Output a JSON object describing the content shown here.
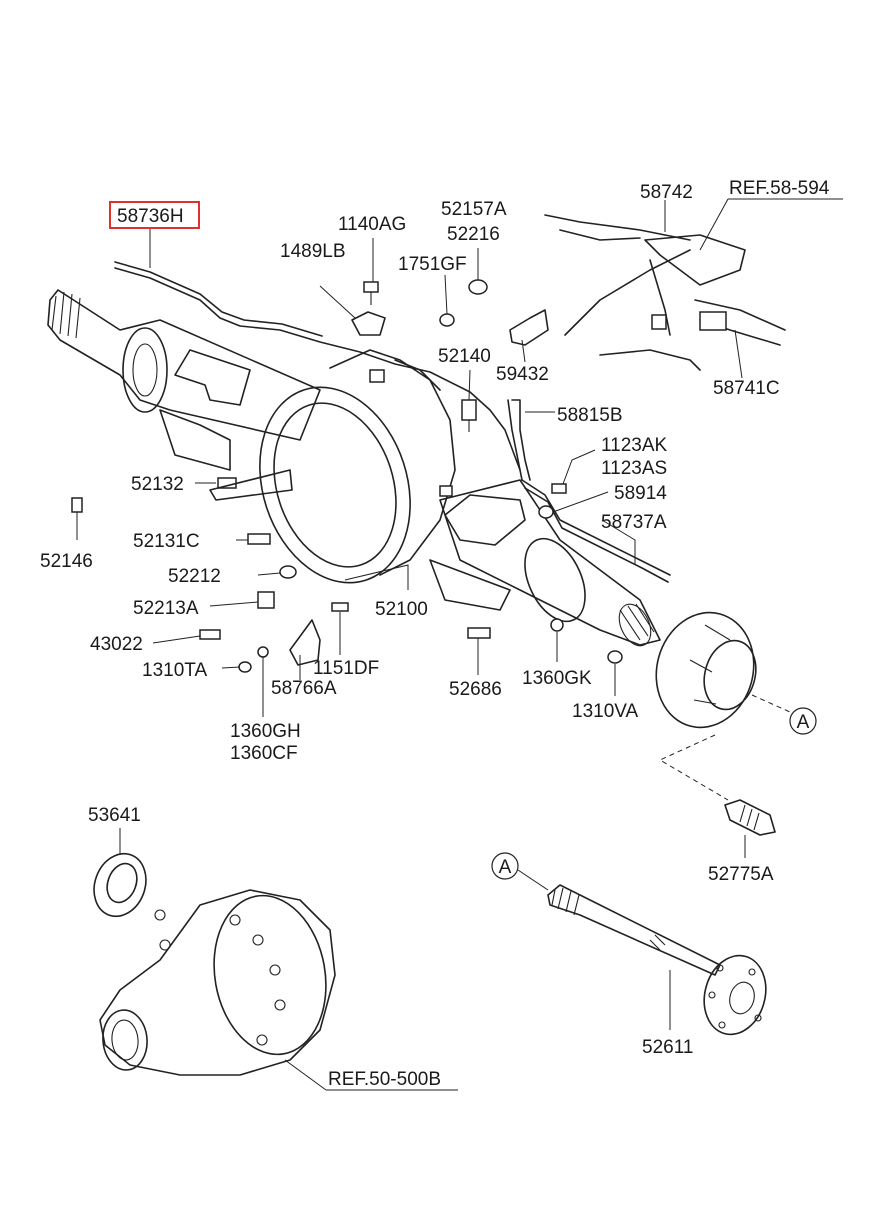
{
  "labels": {
    "l58736H": "58736H",
    "l1140AG": "1140AG",
    "l52157A": "52157A",
    "l52216": "52216",
    "l1489LB": "1489LB",
    "l1751GF": "1751GF",
    "l58742": "58742",
    "ref58594": "REF.58-594",
    "l52140": "52140",
    "l59432": "59432",
    "l58741C": "58741C",
    "l58815B": "58815B",
    "l1123AK": "1123AK",
    "l1123AS": "1123AS",
    "l52132": "52132",
    "l58914": "58914",
    "l58737A": "58737A",
    "l52146": "52146",
    "l52131C": "52131C",
    "l52212": "52212",
    "l52213A": "52213A",
    "l52100": "52100",
    "l43022": "43022",
    "l1310TA": "1310TA",
    "l1151DF": "1151DF",
    "l58766A": "58766A",
    "l52686": "52686",
    "l1360GK": "1360GK",
    "l1310VA": "1310VA",
    "l1360GH": "1360GH",
    "l1360CF": "1360CF",
    "calloutA1": "A",
    "l53641": "53641",
    "l52775A": "52775A",
    "calloutA2": "A",
    "l52611": "52611",
    "ref50500B": "REF.50-500B"
  },
  "highlight": {
    "part": "58736H",
    "color": "#e0312d"
  }
}
